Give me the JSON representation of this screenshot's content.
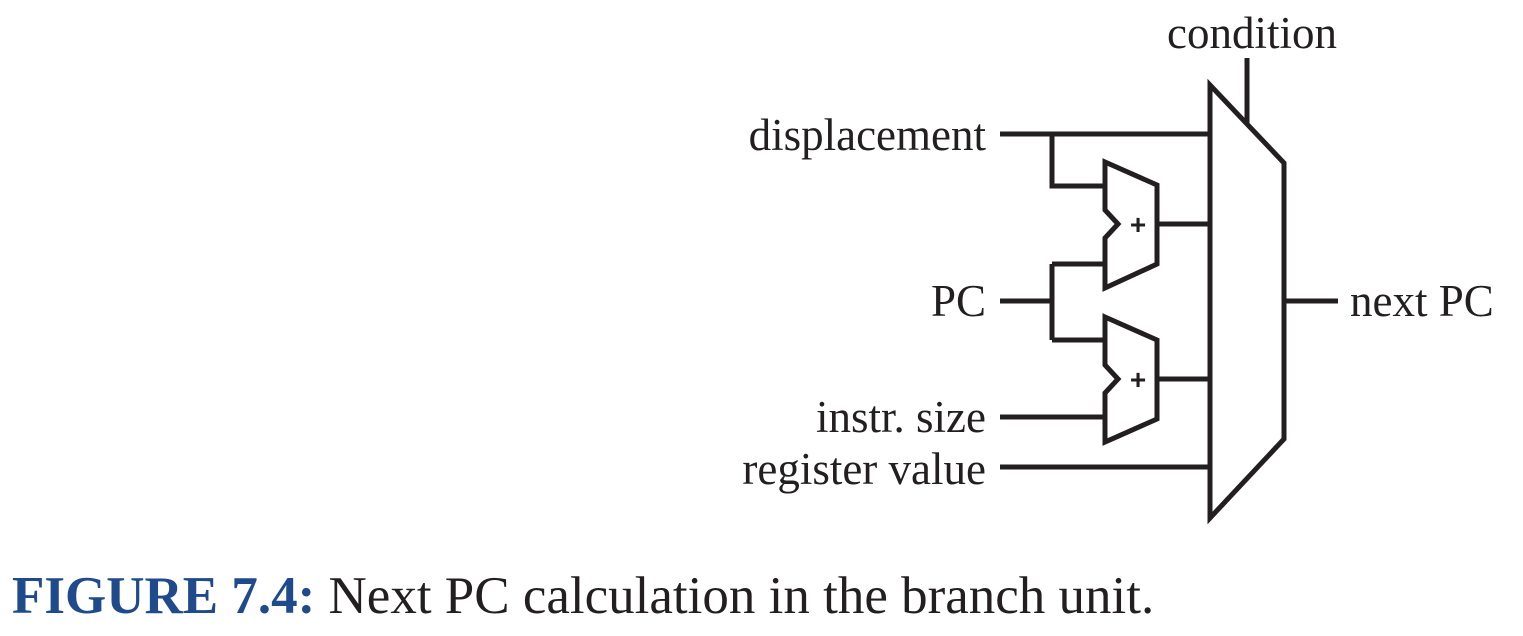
{
  "diagram": {
    "inputs": {
      "displacement": "displacement",
      "pc": "PC",
      "instr_size": "instr. size",
      "register_value": "register value"
    },
    "control": {
      "condition": "condition"
    },
    "output": {
      "next_pc": "next PC"
    },
    "adders": [
      {
        "op": "+"
      },
      {
        "op": "+"
      }
    ]
  },
  "caption": {
    "number": "FIGURE 7.4:",
    "text": " Next PC calculation in the branch unit."
  },
  "colors": {
    "ink": "#231f20",
    "caption_number": "#1f4a8c"
  }
}
